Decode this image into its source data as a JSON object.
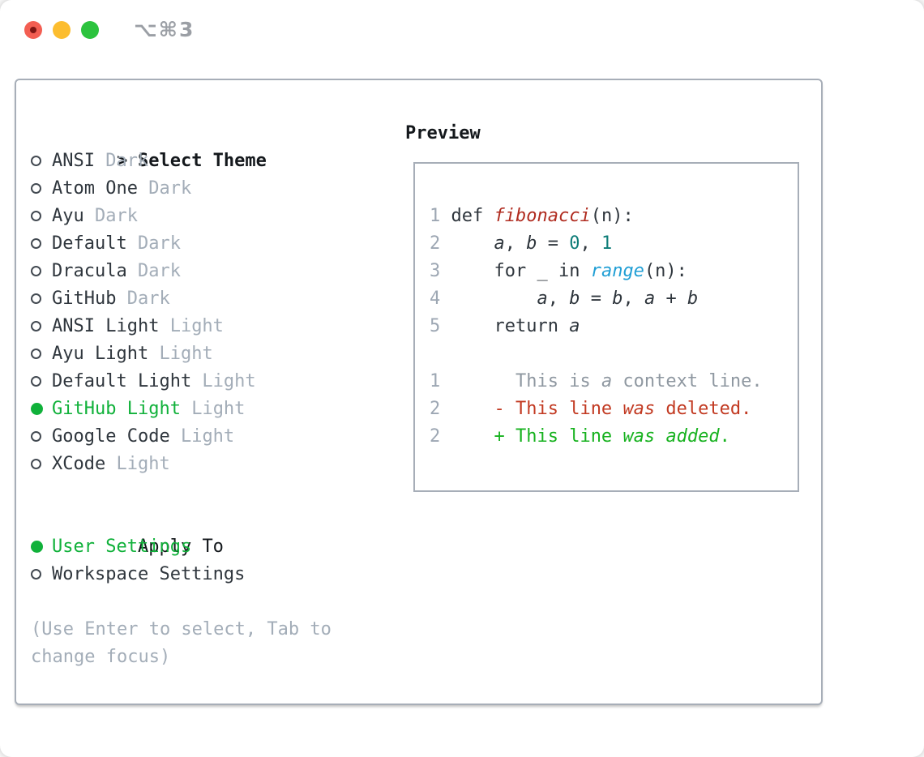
{
  "window": {
    "title": "⌥⌘3",
    "traffic_lights": [
      "close",
      "minimize",
      "zoom"
    ]
  },
  "colors": {
    "selected_green": "#10b13a",
    "added_green": "#17b21f",
    "deleted_red": "#c23a22",
    "function_red": "#b02c20",
    "number_teal": "#0e7d78",
    "call_blue": "#219fd5",
    "muted_gray": "#a3adb8",
    "border_gray": "#a7aeb8",
    "text_dark": "#2f363d"
  },
  "theme_list": {
    "header_marker": ">",
    "header_label": "Select Theme",
    "items": [
      {
        "label": "ANSI",
        "variant": "Dark",
        "selected": false
      },
      {
        "label": "Atom One",
        "variant": "Dark",
        "selected": false
      },
      {
        "label": "Ayu",
        "variant": "Dark",
        "selected": false
      },
      {
        "label": "Default",
        "variant": "Dark",
        "selected": false
      },
      {
        "label": "Dracula",
        "variant": "Dark",
        "selected": false
      },
      {
        "label": "GitHub",
        "variant": "Dark",
        "selected": false
      },
      {
        "label": "ANSI Light",
        "variant": "Light",
        "selected": false
      },
      {
        "label": "Ayu Light",
        "variant": "Light",
        "selected": false
      },
      {
        "label": "Default Light",
        "variant": "Light",
        "selected": false
      },
      {
        "label": "GitHub Light",
        "variant": "Light",
        "selected": true
      },
      {
        "label": "Google Code",
        "variant": "Light",
        "selected": false
      },
      {
        "label": "XCode",
        "variant": "Light",
        "selected": false
      }
    ]
  },
  "apply_to": {
    "header": "Apply To",
    "options": [
      {
        "label": "User Settings",
        "selected": true
      },
      {
        "label": "Workspace Settings",
        "selected": false
      }
    ]
  },
  "help_text": "(Use Enter to select, Tab to change focus)",
  "preview": {
    "header": "Preview",
    "lines": [
      {
        "segs": [
          {
            "t": "1",
            "c": "ln"
          },
          {
            "t": " ",
            "c": "fg"
          },
          {
            "t": "def ",
            "c": "fg"
          },
          {
            "t": "fibonacci",
            "c": "func",
            "i": true
          },
          {
            "t": "(n):",
            "c": "fg"
          }
        ]
      },
      {
        "segs": [
          {
            "t": "2",
            "c": "ln"
          },
          {
            "t": "     ",
            "c": "fg"
          },
          {
            "t": "a",
            "c": "fg",
            "i": true
          },
          {
            "t": ", ",
            "c": "fg"
          },
          {
            "t": "b",
            "c": "fg",
            "i": true
          },
          {
            "t": " = ",
            "c": "fg"
          },
          {
            "t": "0",
            "c": "num"
          },
          {
            "t": ", ",
            "c": "fg"
          },
          {
            "t": "1",
            "c": "num"
          }
        ]
      },
      {
        "segs": [
          {
            "t": "3",
            "c": "ln"
          },
          {
            "t": "     ",
            "c": "fg"
          },
          {
            "t": "for _ in ",
            "c": "fg"
          },
          {
            "t": "range",
            "c": "call",
            "i": true
          },
          {
            "t": "(n):",
            "c": "fg"
          }
        ]
      },
      {
        "segs": [
          {
            "t": "4",
            "c": "ln"
          },
          {
            "t": "         ",
            "c": "fg"
          },
          {
            "t": "a",
            "c": "fg",
            "i": true
          },
          {
            "t": ", ",
            "c": "fg"
          },
          {
            "t": "b",
            "c": "fg",
            "i": true
          },
          {
            "t": " = ",
            "c": "fg"
          },
          {
            "t": "b",
            "c": "fg",
            "i": true
          },
          {
            "t": ", ",
            "c": "fg"
          },
          {
            "t": "a",
            "c": "fg",
            "i": true
          },
          {
            "t": " + ",
            "c": "fg"
          },
          {
            "t": "b",
            "c": "fg",
            "i": true
          }
        ]
      },
      {
        "segs": [
          {
            "t": "5",
            "c": "ln"
          },
          {
            "t": "     ",
            "c": "fg"
          },
          {
            "t": "return ",
            "c": "fg"
          },
          {
            "t": "a",
            "c": "fg",
            "i": true
          }
        ]
      },
      {
        "segs": []
      },
      {
        "segs": [
          {
            "t": "1",
            "c": "ln"
          },
          {
            "t": "       ",
            "c": "ctx"
          },
          {
            "t": "This is ",
            "c": "ctx"
          },
          {
            "t": "a",
            "c": "ctx",
            "i": true
          },
          {
            "t": " context line.",
            "c": "ctx"
          }
        ]
      },
      {
        "segs": [
          {
            "t": "2",
            "c": "ln"
          },
          {
            "t": "     ",
            "c": "del"
          },
          {
            "t": "- This line ",
            "c": "del"
          },
          {
            "t": "was",
            "c": "del",
            "i": true
          },
          {
            "t": " deleted.",
            "c": "del"
          }
        ]
      },
      {
        "segs": [
          {
            "t": "2",
            "c": "ln"
          },
          {
            "t": "     ",
            "c": "add"
          },
          {
            "t": "+ This line ",
            "c": "add"
          },
          {
            "t": "was",
            "c": "add",
            "i": true
          },
          {
            "t": " ",
            "c": "add"
          },
          {
            "t": "added",
            "c": "add",
            "i": true
          },
          {
            "t": ".",
            "c": "add"
          }
        ]
      }
    ]
  }
}
